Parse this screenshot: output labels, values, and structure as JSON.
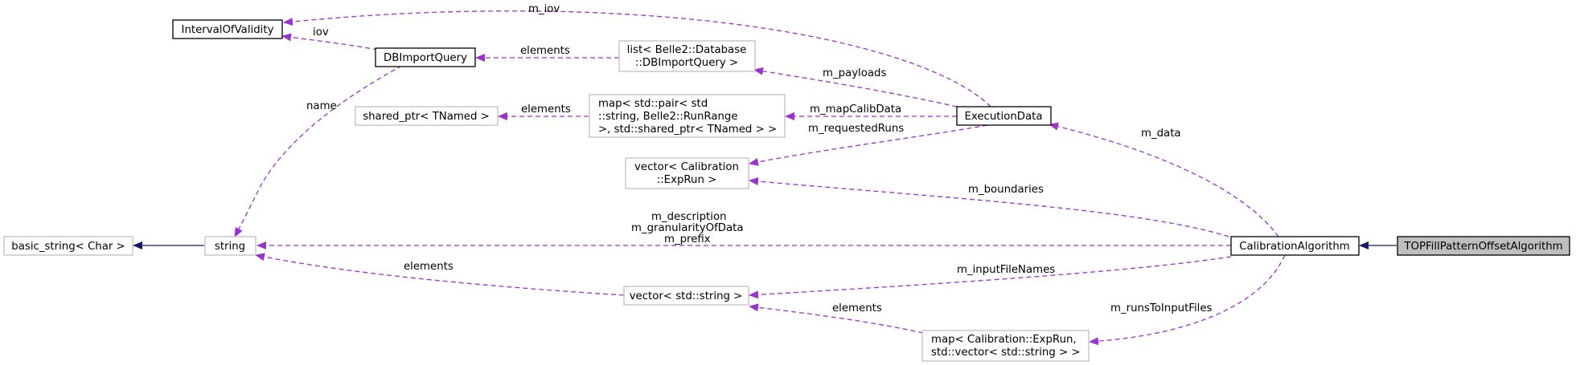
{
  "nodes": {
    "top_fill": "TOPFillPatternOffsetAlgorithm",
    "calibration_algorithm": "CalibrationAlgorithm",
    "execution_data": "ExecutionData",
    "interval_of_validity": "IntervalOfValidity",
    "db_import_query": "DBImportQuery",
    "list_db_import_query": [
      "list< Belle2::Database",
      "::DBImportQuery >"
    ],
    "shared_ptr_tnamed": "shared_ptr< TNamed >",
    "map_pair_runrange": [
      "map< std::pair< std",
      "::string, Belle2::RunRange",
      " >, std::shared_ptr< TNamed > >"
    ],
    "vector_exprun": [
      "vector< Calibration",
      "::ExpRun >"
    ],
    "basic_string": "basic_string< Char >",
    "string": "string",
    "vector_string": "vector< std::string >",
    "map_exprun_vector": [
      "map< Calibration::ExpRun,",
      " std::vector< std::string > >"
    ]
  },
  "edge_labels": {
    "m_iov": "m_iov",
    "iov": "iov",
    "elements_list": "elements",
    "m_payloads": "m_payloads",
    "name": "name",
    "elements_shared": "elements",
    "m_mapCalibData": "m_mapCalibData",
    "m_requestedRuns": "m_requestedRuns",
    "m_data": "m_data",
    "m_boundaries": "m_boundaries",
    "m_description": "m_description",
    "m_granularityOfData": "m_granularityOfData",
    "m_prefix": "m_prefix",
    "elements_string": "elements",
    "m_inputFileNames": "m_inputFileNames",
    "m_runsToInputFiles": "m_runsToInputFiles",
    "elements_vector": "elements"
  },
  "colors": {
    "member_edge": "#9a32cd",
    "inheritance_edge": "#191970",
    "focus_fill": "#bfbfbf",
    "external_border": "#bfbfbf"
  }
}
